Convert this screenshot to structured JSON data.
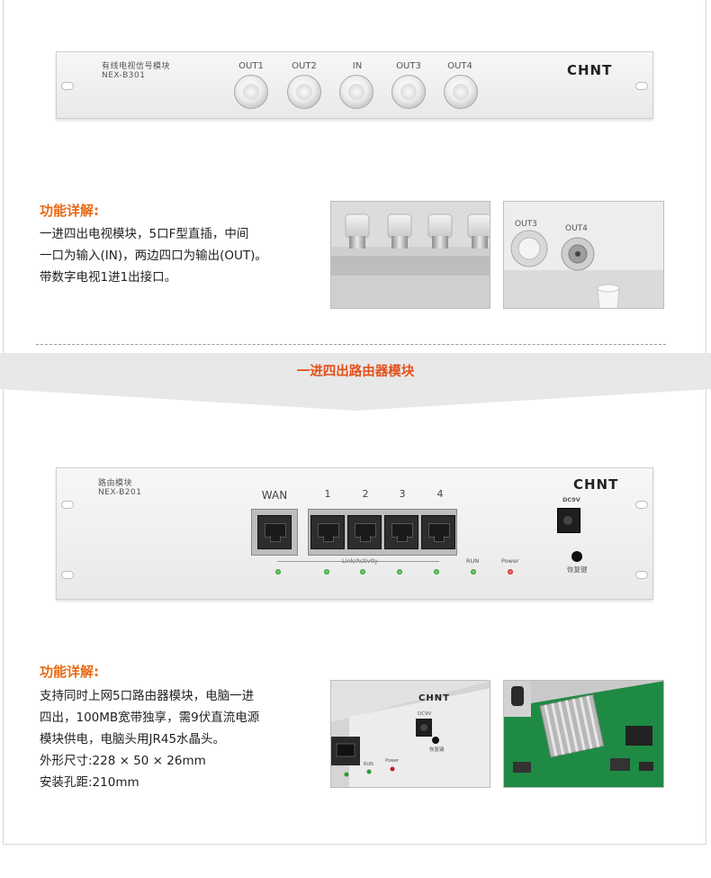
{
  "tv_module": {
    "title_cn": "有线电视信号模块",
    "model": "NEX-B301",
    "brand": "CHNT",
    "ports": [
      "OUT1",
      "OUT2",
      "IN",
      "OUT3",
      "OUT4"
    ]
  },
  "tv_description": {
    "heading": "功能详解:",
    "lines": [
      "一进四出电视模块，5口F型直插，中间",
      "一口为输入(IN)，两边四口为输出(OUT)。",
      "带数字电视1进1出接口。"
    ]
  },
  "tv_photo2": {
    "labels": [
      "OUT3",
      "OUT4"
    ]
  },
  "router_banner": "一进四出路由器模块",
  "router_module": {
    "title_cn": "路由模块",
    "model": "NEX-B201",
    "brand": "CHNT",
    "wan_label": "WAN",
    "lan_labels": [
      "1",
      "2",
      "3",
      "4"
    ],
    "link_label": "Link/Activity",
    "run_label": "RUN",
    "power_label": "Power",
    "dc_label": "DC9V",
    "reset_label": "恢复键"
  },
  "router_description": {
    "heading": "功能详解:",
    "lines": [
      "支持同时上网5口路由器模块，电脑一进",
      "四出，100MB宽带独享，需9伏直流电源",
      "模块供电，电脑头用JR45水晶头。",
      "外形尺寸:228 × 50 × 26mm",
      "安装孔距:210mm"
    ]
  },
  "router_photo1": {
    "brand": "CHNT",
    "dc_label": "DC9V",
    "reset_label": "恢复键",
    "run_label": "RUN",
    "power_label": "Power"
  },
  "colors": {
    "accent_orange": "#e76a14",
    "banner_red": "#e2501a",
    "led_green": "#2f9a2f",
    "led_red": "#c42020"
  }
}
